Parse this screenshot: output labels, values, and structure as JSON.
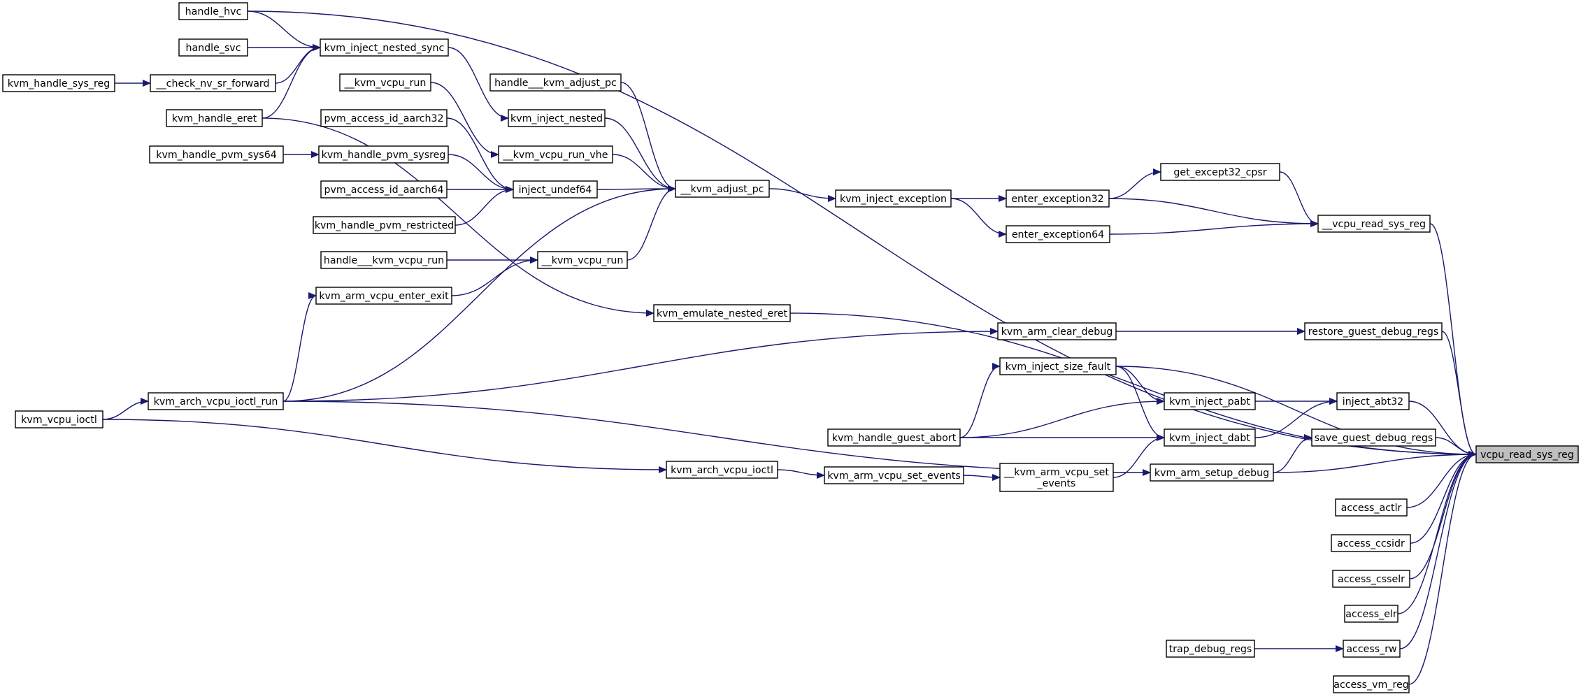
{
  "target": "vcpu_read_sys_reg",
  "nodes": [
    {
      "id": "handle_hvc",
      "label": "handle_hvc"
    },
    {
      "id": "handle_svc",
      "label": "handle_svc"
    },
    {
      "id": "kvm_inject_nested_sync",
      "label": "kvm_inject_nested_sync"
    },
    {
      "id": "kvm_handle_sys_reg",
      "label": "kvm_handle_sys_reg"
    },
    {
      "id": "check_nv_sr_forward",
      "label": "__check_nv_sr_forward"
    },
    {
      "id": "kvm_vcpu_run_underscore",
      "label": "__kvm_vcpu_run"
    },
    {
      "id": "handle_kvm_adjust_pc",
      "label": "handle___kvm_adjust_pc"
    },
    {
      "id": "kvm_handle_eret",
      "label": "kvm_handle_eret"
    },
    {
      "id": "pvm_access_id_aarch32",
      "label": "pvm_access_id_aarch32"
    },
    {
      "id": "kvm_inject_nested",
      "label": "kvm_inject_nested"
    },
    {
      "id": "kvm_handle_pvm_sys64",
      "label": "kvm_handle_pvm_sys64"
    },
    {
      "id": "kvm_handle_pvm_sysreg",
      "label": "kvm_handle_pvm_sysreg"
    },
    {
      "id": "kvm_vcpu_run_vhe",
      "label": "__kvm_vcpu_run_vhe"
    },
    {
      "id": "get_except32_cpsr",
      "label": "get_except32_cpsr"
    },
    {
      "id": "pvm_access_id_aarch64",
      "label": "pvm_access_id_aarch64"
    },
    {
      "id": "inject_undef64",
      "label": "inject_undef64"
    },
    {
      "id": "kvm_adjust_pc",
      "label": "__kvm_adjust_pc"
    },
    {
      "id": "kvm_inject_exception",
      "label": "kvm_inject_exception"
    },
    {
      "id": "enter_exception32",
      "label": "enter_exception32"
    },
    {
      "id": "kvm_handle_pvm_restricted",
      "label": "kvm_handle_pvm_restricted"
    },
    {
      "id": "vcpu_read_sys_reg_underscore",
      "label": "__vcpu_read_sys_reg"
    },
    {
      "id": "enter_exception64",
      "label": "enter_exception64"
    },
    {
      "id": "handle_kvm_vcpu_run",
      "label": "handle___kvm_vcpu_run"
    },
    {
      "id": "kvm_vcpu_run_2",
      "label": "__kvm_vcpu_run"
    },
    {
      "id": "kvm_arm_vcpu_enter_exit",
      "label": "kvm_arm_vcpu_enter_exit"
    },
    {
      "id": "kvm_emulate_nested_eret",
      "label": "kvm_emulate_nested_eret"
    },
    {
      "id": "kvm_arm_clear_debug",
      "label": "kvm_arm_clear_debug"
    },
    {
      "id": "restore_guest_debug_regs",
      "label": "restore_guest_debug_regs"
    },
    {
      "id": "kvm_inject_size_fault",
      "label": "kvm_inject_size_fault"
    },
    {
      "id": "kvm_arch_vcpu_ioctl_run",
      "label": "kvm_arch_vcpu_ioctl_run"
    },
    {
      "id": "kvm_inject_pabt",
      "label": "kvm_inject_pabt"
    },
    {
      "id": "inject_abt32",
      "label": "inject_abt32"
    },
    {
      "id": "kvm_vcpu_ioctl",
      "label": "kvm_vcpu_ioctl"
    },
    {
      "id": "kvm_handle_guest_abort",
      "label": "kvm_handle_guest_abort"
    },
    {
      "id": "kvm_inject_dabt",
      "label": "kvm_inject_dabt"
    },
    {
      "id": "save_guest_debug_regs",
      "label": "save_guest_debug_regs"
    },
    {
      "id": "vcpu_read_sys_reg",
      "label": "vcpu_read_sys_reg"
    },
    {
      "id": "kvm_arch_vcpu_ioctl",
      "label": "kvm_arch_vcpu_ioctl"
    },
    {
      "id": "kvm_arm_vcpu_set_events",
      "label": "kvm_arm_vcpu_set_events"
    },
    {
      "id": "kvm_arm_vcpu_set_events_underscore",
      "label": "__kvm_arm_vcpu_set\n_events"
    },
    {
      "id": "kvm_arm_setup_debug",
      "label": "kvm_arm_setup_debug"
    },
    {
      "id": "access_actlr",
      "label": "access_actlr"
    },
    {
      "id": "access_ccsidr",
      "label": "access_ccsidr"
    },
    {
      "id": "access_csselr",
      "label": "access_csselr"
    },
    {
      "id": "access_elr",
      "label": "access_elr"
    },
    {
      "id": "trap_debug_regs",
      "label": "trap_debug_regs"
    },
    {
      "id": "access_rw",
      "label": "access_rw"
    },
    {
      "id": "access_vm_reg",
      "label": "access_vm_reg"
    }
  ],
  "edges": [
    [
      "handle_hvc",
      "kvm_inject_nested_sync"
    ],
    [
      "handle_hvc",
      "vcpu_read_sys_reg"
    ],
    [
      "handle_svc",
      "kvm_inject_nested_sync"
    ],
    [
      "kvm_inject_nested_sync",
      "kvm_inject_nested"
    ],
    [
      "kvm_handle_sys_reg",
      "check_nv_sr_forward"
    ],
    [
      "check_nv_sr_forward",
      "kvm_inject_nested_sync"
    ],
    [
      "kvm_handle_eret",
      "kvm_inject_nested_sync"
    ],
    [
      "kvm_handle_eret",
      "kvm_emulate_nested_eret"
    ],
    [
      "kvm_vcpu_run_underscore",
      "kvm_vcpu_run_vhe"
    ],
    [
      "handle_kvm_adjust_pc",
      "kvm_adjust_pc"
    ],
    [
      "pvm_access_id_aarch32",
      "inject_undef64"
    ],
    [
      "kvm_inject_nested",
      "kvm_adjust_pc"
    ],
    [
      "kvm_handle_pvm_sys64",
      "kvm_handle_pvm_sysreg"
    ],
    [
      "kvm_handle_pvm_sysreg",
      "inject_undef64"
    ],
    [
      "kvm_vcpu_run_vhe",
      "kvm_adjust_pc"
    ],
    [
      "pvm_access_id_aarch64",
      "inject_undef64"
    ],
    [
      "kvm_handle_pvm_restricted",
      "inject_undef64"
    ],
    [
      "inject_undef64",
      "kvm_adjust_pc"
    ],
    [
      "kvm_adjust_pc",
      "kvm_inject_exception"
    ],
    [
      "kvm_inject_exception",
      "enter_exception32"
    ],
    [
      "kvm_inject_exception",
      "enter_exception64"
    ],
    [
      "enter_exception32",
      "get_except32_cpsr"
    ],
    [
      "enter_exception32",
      "vcpu_read_sys_reg_underscore"
    ],
    [
      "enter_exception64",
      "vcpu_read_sys_reg_underscore"
    ],
    [
      "get_except32_cpsr",
      "vcpu_read_sys_reg_underscore"
    ],
    [
      "vcpu_read_sys_reg_underscore",
      "vcpu_read_sys_reg"
    ],
    [
      "handle_kvm_vcpu_run",
      "kvm_vcpu_run_2"
    ],
    [
      "kvm_arm_vcpu_enter_exit",
      "kvm_vcpu_run_2"
    ],
    [
      "kvm_vcpu_run_2",
      "kvm_adjust_pc"
    ],
    [
      "kvm_arch_vcpu_ioctl_run",
      "kvm_arm_vcpu_enter_exit"
    ],
    [
      "kvm_arch_vcpu_ioctl_run",
      "kvm_adjust_pc"
    ],
    [
      "kvm_arch_vcpu_ioctl_run",
      "kvm_arm_clear_debug"
    ],
    [
      "kvm_arch_vcpu_ioctl_run",
      "kvm_arm_setup_debug"
    ],
    [
      "kvm_emulate_nested_eret",
      "vcpu_read_sys_reg"
    ],
    [
      "kvm_arm_clear_debug",
      "restore_guest_debug_regs"
    ],
    [
      "restore_guest_debug_regs",
      "vcpu_read_sys_reg"
    ],
    [
      "kvm_inject_size_fault",
      "vcpu_read_sys_reg"
    ],
    [
      "kvm_inject_size_fault",
      "kvm_inject_pabt"
    ],
    [
      "kvm_inject_size_fault",
      "kvm_inject_dabt"
    ],
    [
      "kvm_vcpu_ioctl",
      "kvm_arch_vcpu_ioctl_run"
    ],
    [
      "kvm_vcpu_ioctl",
      "kvm_arch_vcpu_ioctl"
    ],
    [
      "kvm_handle_guest_abort",
      "kvm_inject_size_fault"
    ],
    [
      "kvm_handle_guest_abort",
      "kvm_inject_pabt"
    ],
    [
      "kvm_handle_guest_abort",
      "kvm_inject_dabt"
    ],
    [
      "kvm_inject_pabt",
      "inject_abt32"
    ],
    [
      "kvm_inject_dabt",
      "inject_abt32"
    ],
    [
      "inject_abt32",
      "vcpu_read_sys_reg"
    ],
    [
      "save_guest_debug_regs",
      "vcpu_read_sys_reg"
    ],
    [
      "kvm_arch_vcpu_ioctl",
      "kvm_arm_vcpu_set_events"
    ],
    [
      "kvm_arm_vcpu_set_events",
      "kvm_arm_vcpu_set_events_underscore"
    ],
    [
      "kvm_arm_vcpu_set_events_underscore",
      "kvm_inject_dabt"
    ],
    [
      "kvm_arm_setup_debug",
      "save_guest_debug_regs"
    ],
    [
      "kvm_arm_setup_debug",
      "vcpu_read_sys_reg"
    ],
    [
      "access_actlr",
      "vcpu_read_sys_reg"
    ],
    [
      "access_ccsidr",
      "vcpu_read_sys_reg"
    ],
    [
      "access_csselr",
      "vcpu_read_sys_reg"
    ],
    [
      "access_elr",
      "vcpu_read_sys_reg"
    ],
    [
      "trap_debug_regs",
      "access_rw"
    ],
    [
      "access_rw",
      "vcpu_read_sys_reg"
    ],
    [
      "access_vm_reg",
      "vcpu_read_sys_reg"
    ]
  ]
}
